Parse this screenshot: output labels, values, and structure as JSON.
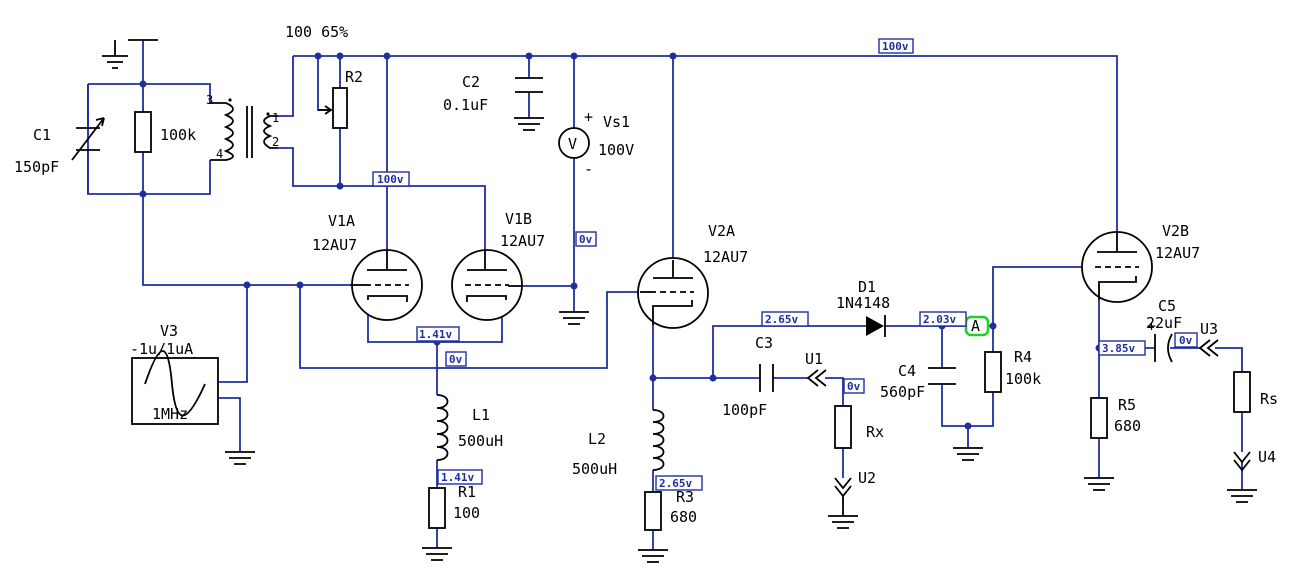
{
  "components": {
    "c1": {
      "name": "C1",
      "value": "150pF"
    },
    "r_100k": {
      "value": "100k"
    },
    "transformer": {
      "pin3": "3",
      "pin4": "4",
      "pin1": "1",
      "pin2": "2"
    },
    "r2": {
      "name": "R2",
      "top_values": "100 65%"
    },
    "c2": {
      "name": "C2",
      "value": "0.1uF"
    },
    "vs1": {
      "name": "Vs1",
      "value": "100V",
      "symbol": "V",
      "plus": "+",
      "minus": "-"
    },
    "v1a": {
      "name": "V1A",
      "type": "12AU7"
    },
    "v1b": {
      "name": "V1B",
      "type": "12AU7"
    },
    "v2a": {
      "name": "V2A",
      "type": "12AU7"
    },
    "v2b": {
      "name": "V2B",
      "type": "12AU7"
    },
    "v3": {
      "name": "V3",
      "value": "-1u/1uA",
      "freq": "1MHz"
    },
    "l1": {
      "name": "L1",
      "value": "500uH"
    },
    "r1": {
      "name": "R1",
      "value": "100"
    },
    "l2": {
      "name": "L2",
      "value": "500uH"
    },
    "r3": {
      "name": "R3",
      "value": "680"
    },
    "c3": {
      "name": "C3",
      "value": "100pF"
    },
    "u1": {
      "name": "U1"
    },
    "rx": {
      "name": "Rx"
    },
    "u2": {
      "name": "U2"
    },
    "d1": {
      "name": "D1",
      "type": "1N4148"
    },
    "c4": {
      "name": "C4",
      "value": "560pF"
    },
    "r4": {
      "name": "R4",
      "value": "100k"
    },
    "node_a": {
      "label": "A"
    },
    "r5": {
      "name": "R5",
      "value": "680"
    },
    "c5": {
      "name": "C5",
      "value": "22uF",
      "plus": "+"
    },
    "u3": {
      "name": "U3"
    },
    "rs": {
      "name": "Rs"
    },
    "u4": {
      "name": "U4"
    }
  },
  "probes": {
    "top_rail": "100v",
    "v1_plate": "100v",
    "vs1_neg": "0v",
    "v1_cathode": "1.41v",
    "v1_grid2": "0v",
    "r1_top": "1.41v",
    "v2a_cathode": "2.65v",
    "r3_top": "2.65v",
    "c3_out": "0v",
    "d1_out": "2.03v",
    "v2b_cathode": "3.85v",
    "c5_out": "0v"
  },
  "colors": {
    "wire": "#1f2f9e",
    "component": "#000000",
    "node_a_highlight": "#22cc22"
  }
}
